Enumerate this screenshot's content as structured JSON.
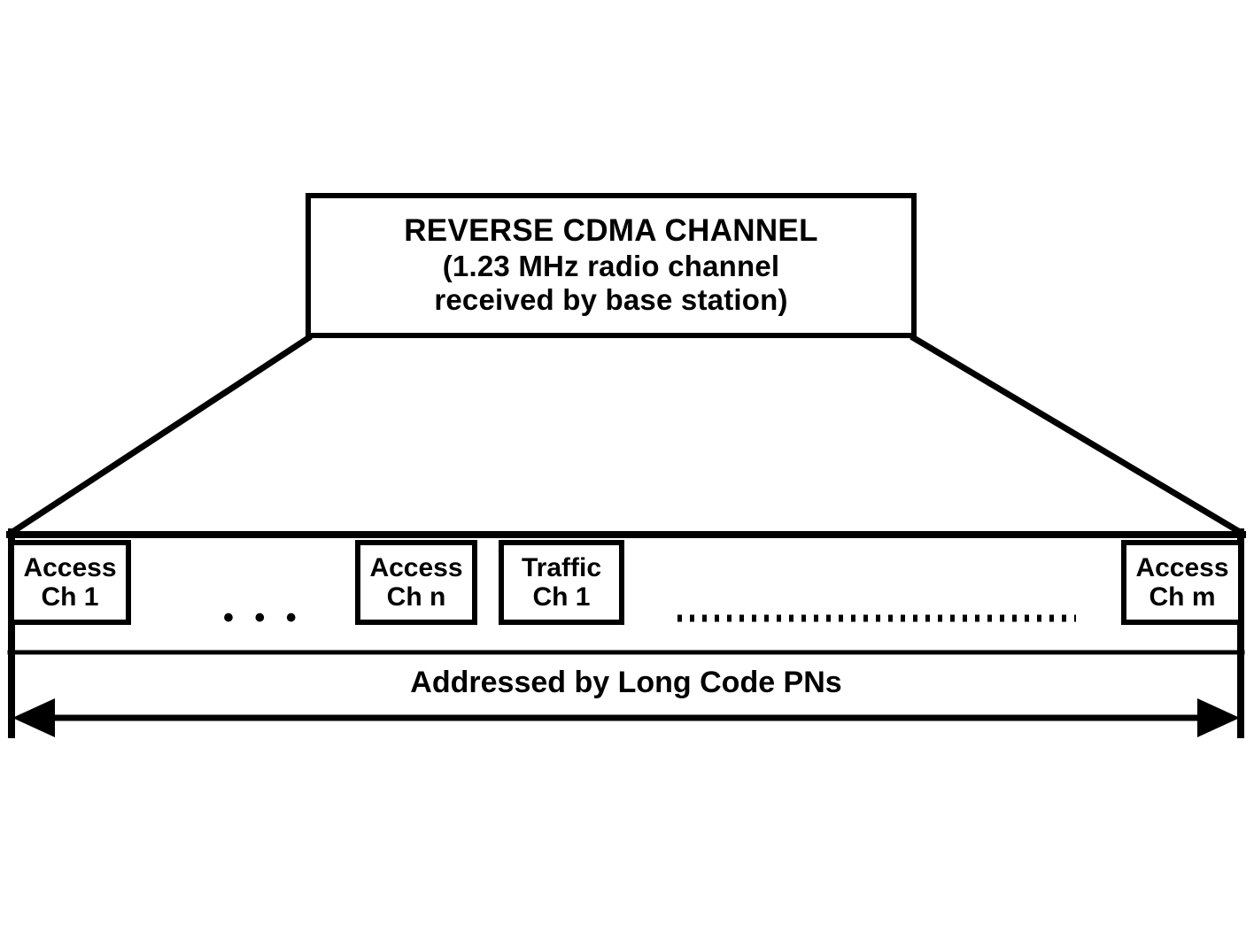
{
  "diagram": {
    "title": "REVERSE CDMA CHANNEL",
    "header_box": {
      "line1": "REVERSE CDMA CHANNEL",
      "line2": "(1.23 MHz radio channel",
      "line3": "received by base station)"
    },
    "channels": [
      {
        "id": "access-ch-1",
        "line1": "Access",
        "line2": "Ch 1",
        "type": "access"
      },
      {
        "id": "access-ch-n",
        "line1": "Access",
        "line2": "Ch n",
        "type": "access"
      },
      {
        "id": "traffic-ch-1",
        "line1": "Traffic",
        "line2": "Ch 1",
        "type": "traffic"
      },
      {
        "id": "access-ch-m",
        "line1": "Access",
        "line2": "Ch m",
        "type": "access"
      }
    ],
    "ellipsis_short": "• • •",
    "span_caption": "Addressed by Long Code PNs",
    "colors": {
      "ink": "#000000",
      "paper": "#ffffff"
    }
  }
}
